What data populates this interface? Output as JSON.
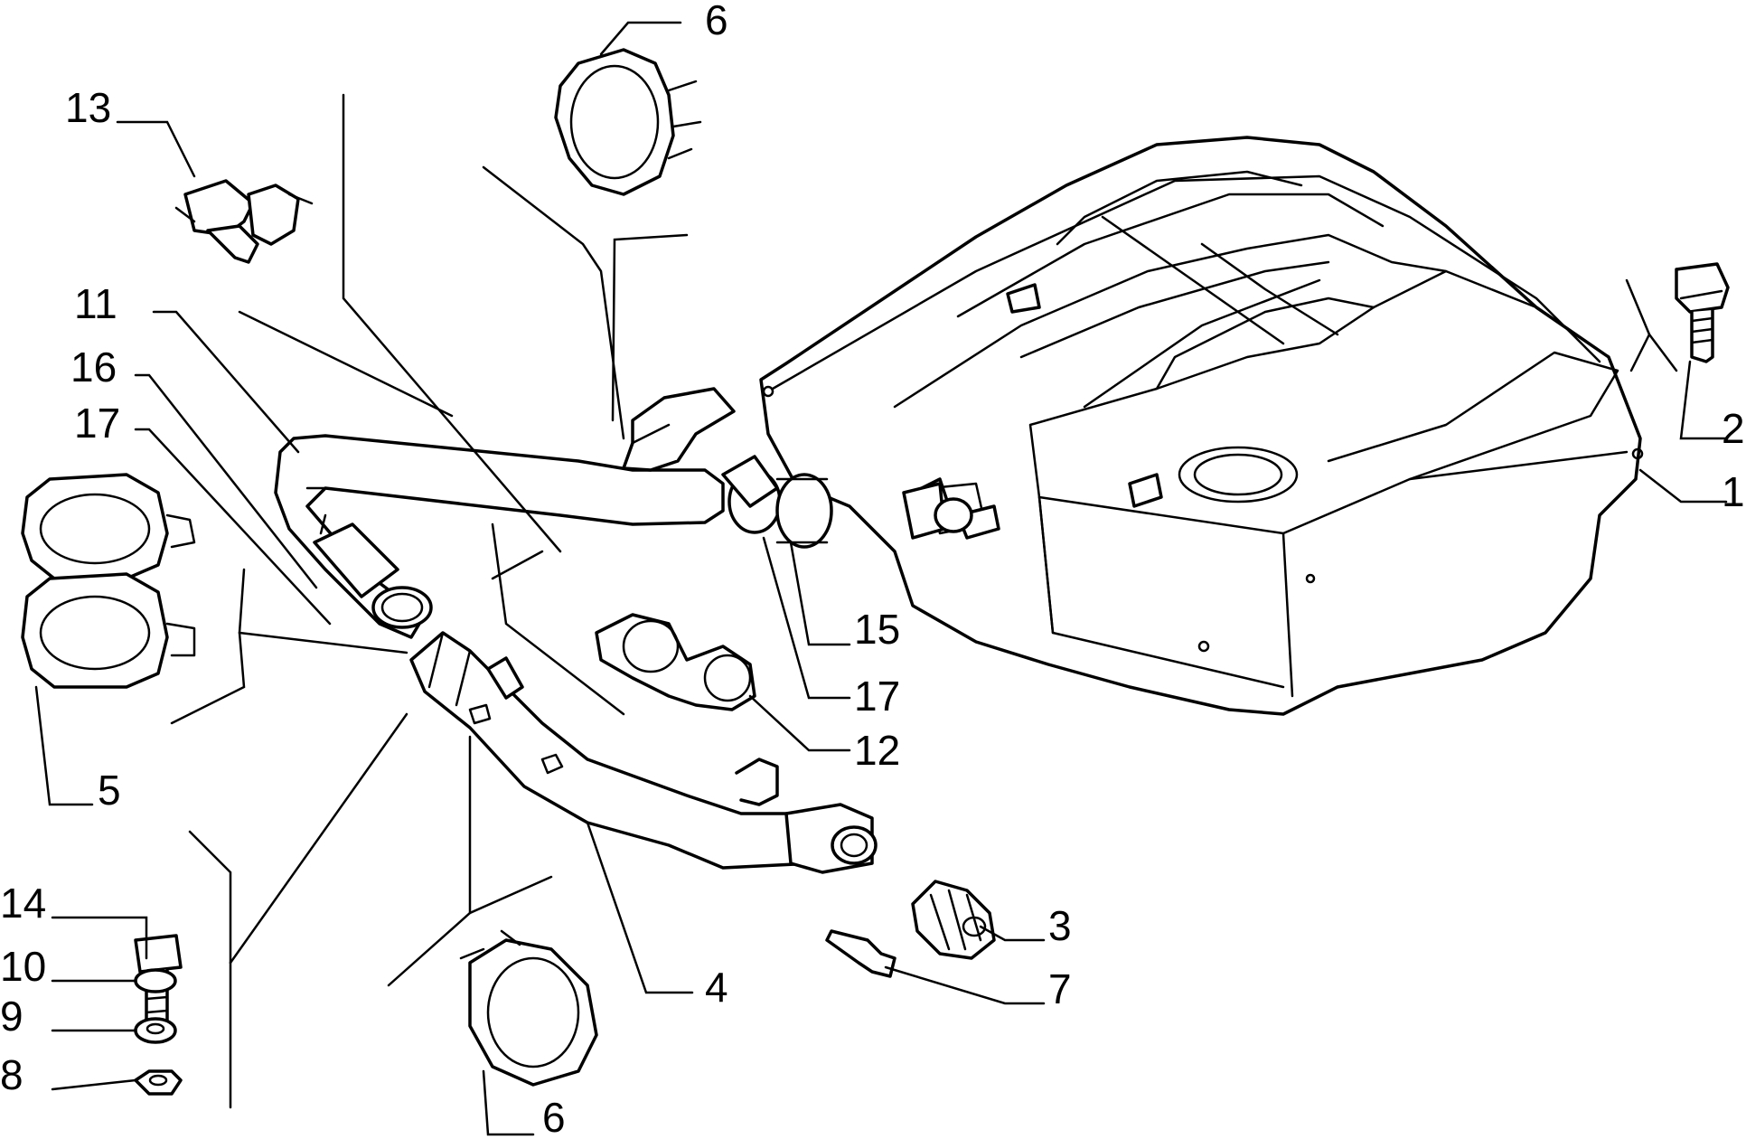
{
  "diagram": {
    "type": "exploded parts diagram",
    "line_color": "#000000",
    "background_color": "#ffffff"
  },
  "callouts": [
    {
      "id": "c6top",
      "label": "6"
    },
    {
      "id": "c13",
      "label": "13"
    },
    {
      "id": "c11",
      "label": "11"
    },
    {
      "id": "c16",
      "label": "16"
    },
    {
      "id": "c17left",
      "label": "17"
    },
    {
      "id": "c2",
      "label": "2"
    },
    {
      "id": "c1",
      "label": "1"
    },
    {
      "id": "c15",
      "label": "15"
    },
    {
      "id": "c17right",
      "label": "17"
    },
    {
      "id": "c12",
      "label": "12"
    },
    {
      "id": "c5",
      "label": "5"
    },
    {
      "id": "c3",
      "label": "3"
    },
    {
      "id": "c4",
      "label": "4"
    },
    {
      "id": "c7",
      "label": "7"
    },
    {
      "id": "c14",
      "label": "14"
    },
    {
      "id": "c10",
      "label": "10"
    },
    {
      "id": "c9",
      "label": "9"
    },
    {
      "id": "c8",
      "label": "8"
    },
    {
      "id": "c6bottom",
      "label": "6"
    }
  ]
}
